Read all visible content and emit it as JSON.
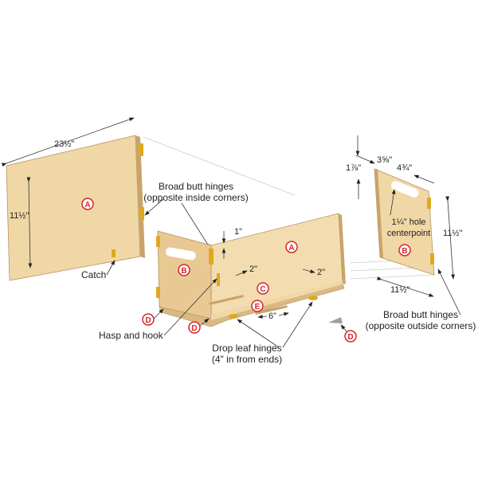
{
  "colors": {
    "wood": "#f0d7a6",
    "wood_dark": "#d9b982",
    "edge": "#c9a46a",
    "hinge": "#e0a820",
    "part_label": "#d8262b"
  },
  "panel_a_left": {
    "part": "A",
    "width_dim": "23½\"",
    "height_dim": "11½\""
  },
  "hinges_inside": {
    "line1": "Broad butt hinges",
    "line2": "(opposite inside corners)"
  },
  "catch": "Catch",
  "box": {
    "part_a": "A",
    "part_b": "B",
    "part_c": "C",
    "part_e": "E",
    "part_d": "D",
    "dim_1": "1\"",
    "dim_2a": "2\"",
    "dim_2b": "2\"",
    "dim_6": "6\""
  },
  "hasp": "Hasp and hook",
  "drop_leaf": {
    "line1": "Drop leaf hinges",
    "line2": "(4\" in from ends)"
  },
  "panel_b_right": {
    "part": "B",
    "dim_top": "3⅝\"",
    "dim_left": "1⅞\"",
    "dim_slot": "4¾\"",
    "hole_line1": "1¼\" hole",
    "hole_line2": "centerpoint",
    "height_dim": "11½\"",
    "width_dim": "11½\""
  },
  "hinges_outside": {
    "line1": "Broad butt hinges",
    "line2": "(opposite outside corners)"
  },
  "loose_d": "D"
}
